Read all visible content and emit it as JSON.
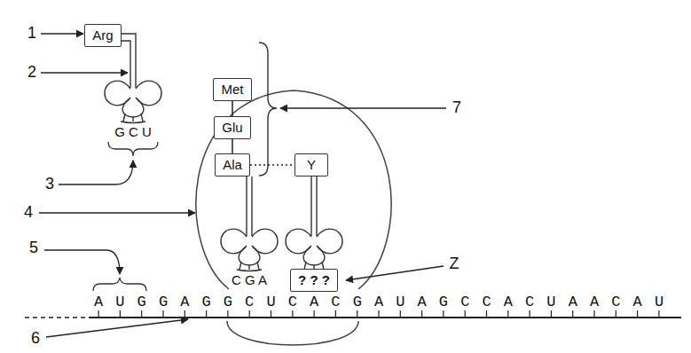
{
  "diagram": {
    "nodes": [
      {
        "text": [
          "Arg"
        ]
      },
      {
        "text": [
          "Met"
        ]
      },
      {
        "text": [
          "Glu"
        ]
      },
      {
        "text": [
          "Ala"
        ]
      },
      {
        "text": [
          "Y"
        ]
      },
      {
        "text": [
          "? ? ?"
        ]
      }
    ],
    "edges": [
      {
        "from": 1,
        "to": 2,
        "arrow": "none"
      },
      {
        "from": 2,
        "to": 3,
        "arrow": "none"
      },
      {
        "from": 3,
        "to": 4,
        "arrow": "none"
      }
    ],
    "labels": [
      "1",
      "2",
      "G C U",
      "3",
      "7",
      "4",
      "C G A",
      "Z",
      "5",
      "A U G G A G G C U C A C G A U A G C C A C U A A C A U",
      "6"
    ]
  }
}
